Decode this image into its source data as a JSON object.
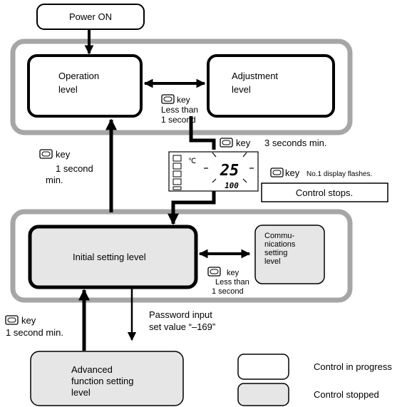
{
  "colors": {
    "group_frame": "#a6a6a6",
    "stopped_fill": "#e6e6e6",
    "running_fill": "#ffffff",
    "line": "#000000"
  },
  "nodes": {
    "power_on": "Power ON",
    "operation": [
      "Operation",
      "level"
    ],
    "adjustment": [
      "Adjustment",
      "level"
    ],
    "initial": "Initial setting level",
    "communications": [
      "Commu-",
      "nications",
      "setting",
      "level"
    ],
    "advanced": [
      "Advanced",
      "function setting",
      "level"
    ]
  },
  "annotations": {
    "op_adj": {
      "key": "key",
      "lines": [
        "Less than",
        "1 second"
      ]
    },
    "op_init": {
      "key": "key",
      "lines": [
        "1 second",
        "min."
      ]
    },
    "op_to_init": {
      "key": "key",
      "text": "3 seconds min."
    },
    "flash": {
      "key": "key",
      "text": "No.1 display flashes."
    },
    "control_stops": "Control stops.",
    "init_comm": {
      "key": "key",
      "lines": [
        "Less than",
        "1 second"
      ]
    },
    "password": [
      "Password input",
      "set value “–169”"
    ],
    "adv_back": {
      "key": "key",
      "text": "1 second min."
    }
  },
  "display": {
    "unit": "℃",
    "pv": "25",
    "sv": "100"
  },
  "legend": {
    "in_progress": "Control in progress",
    "stopped": "Control stopped"
  }
}
